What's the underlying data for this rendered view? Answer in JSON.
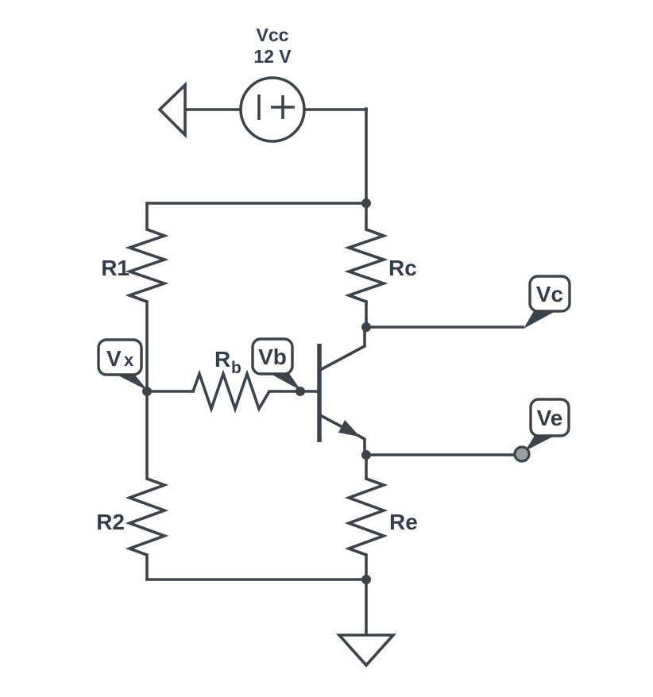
{
  "schematic": {
    "supply": {
      "name": "Vcc",
      "voltage": "12 V",
      "minus_sign": "−",
      "plus_sign": "+"
    },
    "resistors": {
      "r1": "R1",
      "rc": "Rc",
      "r2": "R2",
      "re": "Re",
      "rb": {
        "main": "R",
        "sub": "b"
      }
    },
    "probes": {
      "vx": {
        "main": "V",
        "sub": "x"
      },
      "vb": "Vb",
      "vc": "Vc",
      "ve": "Ve"
    },
    "transistor_type": "npn",
    "colors": {
      "line": "#3C4349",
      "label_text": "#343D49",
      "probe_terminal_fill": "#9A9FA2",
      "background": "#FFFFFF"
    }
  }
}
